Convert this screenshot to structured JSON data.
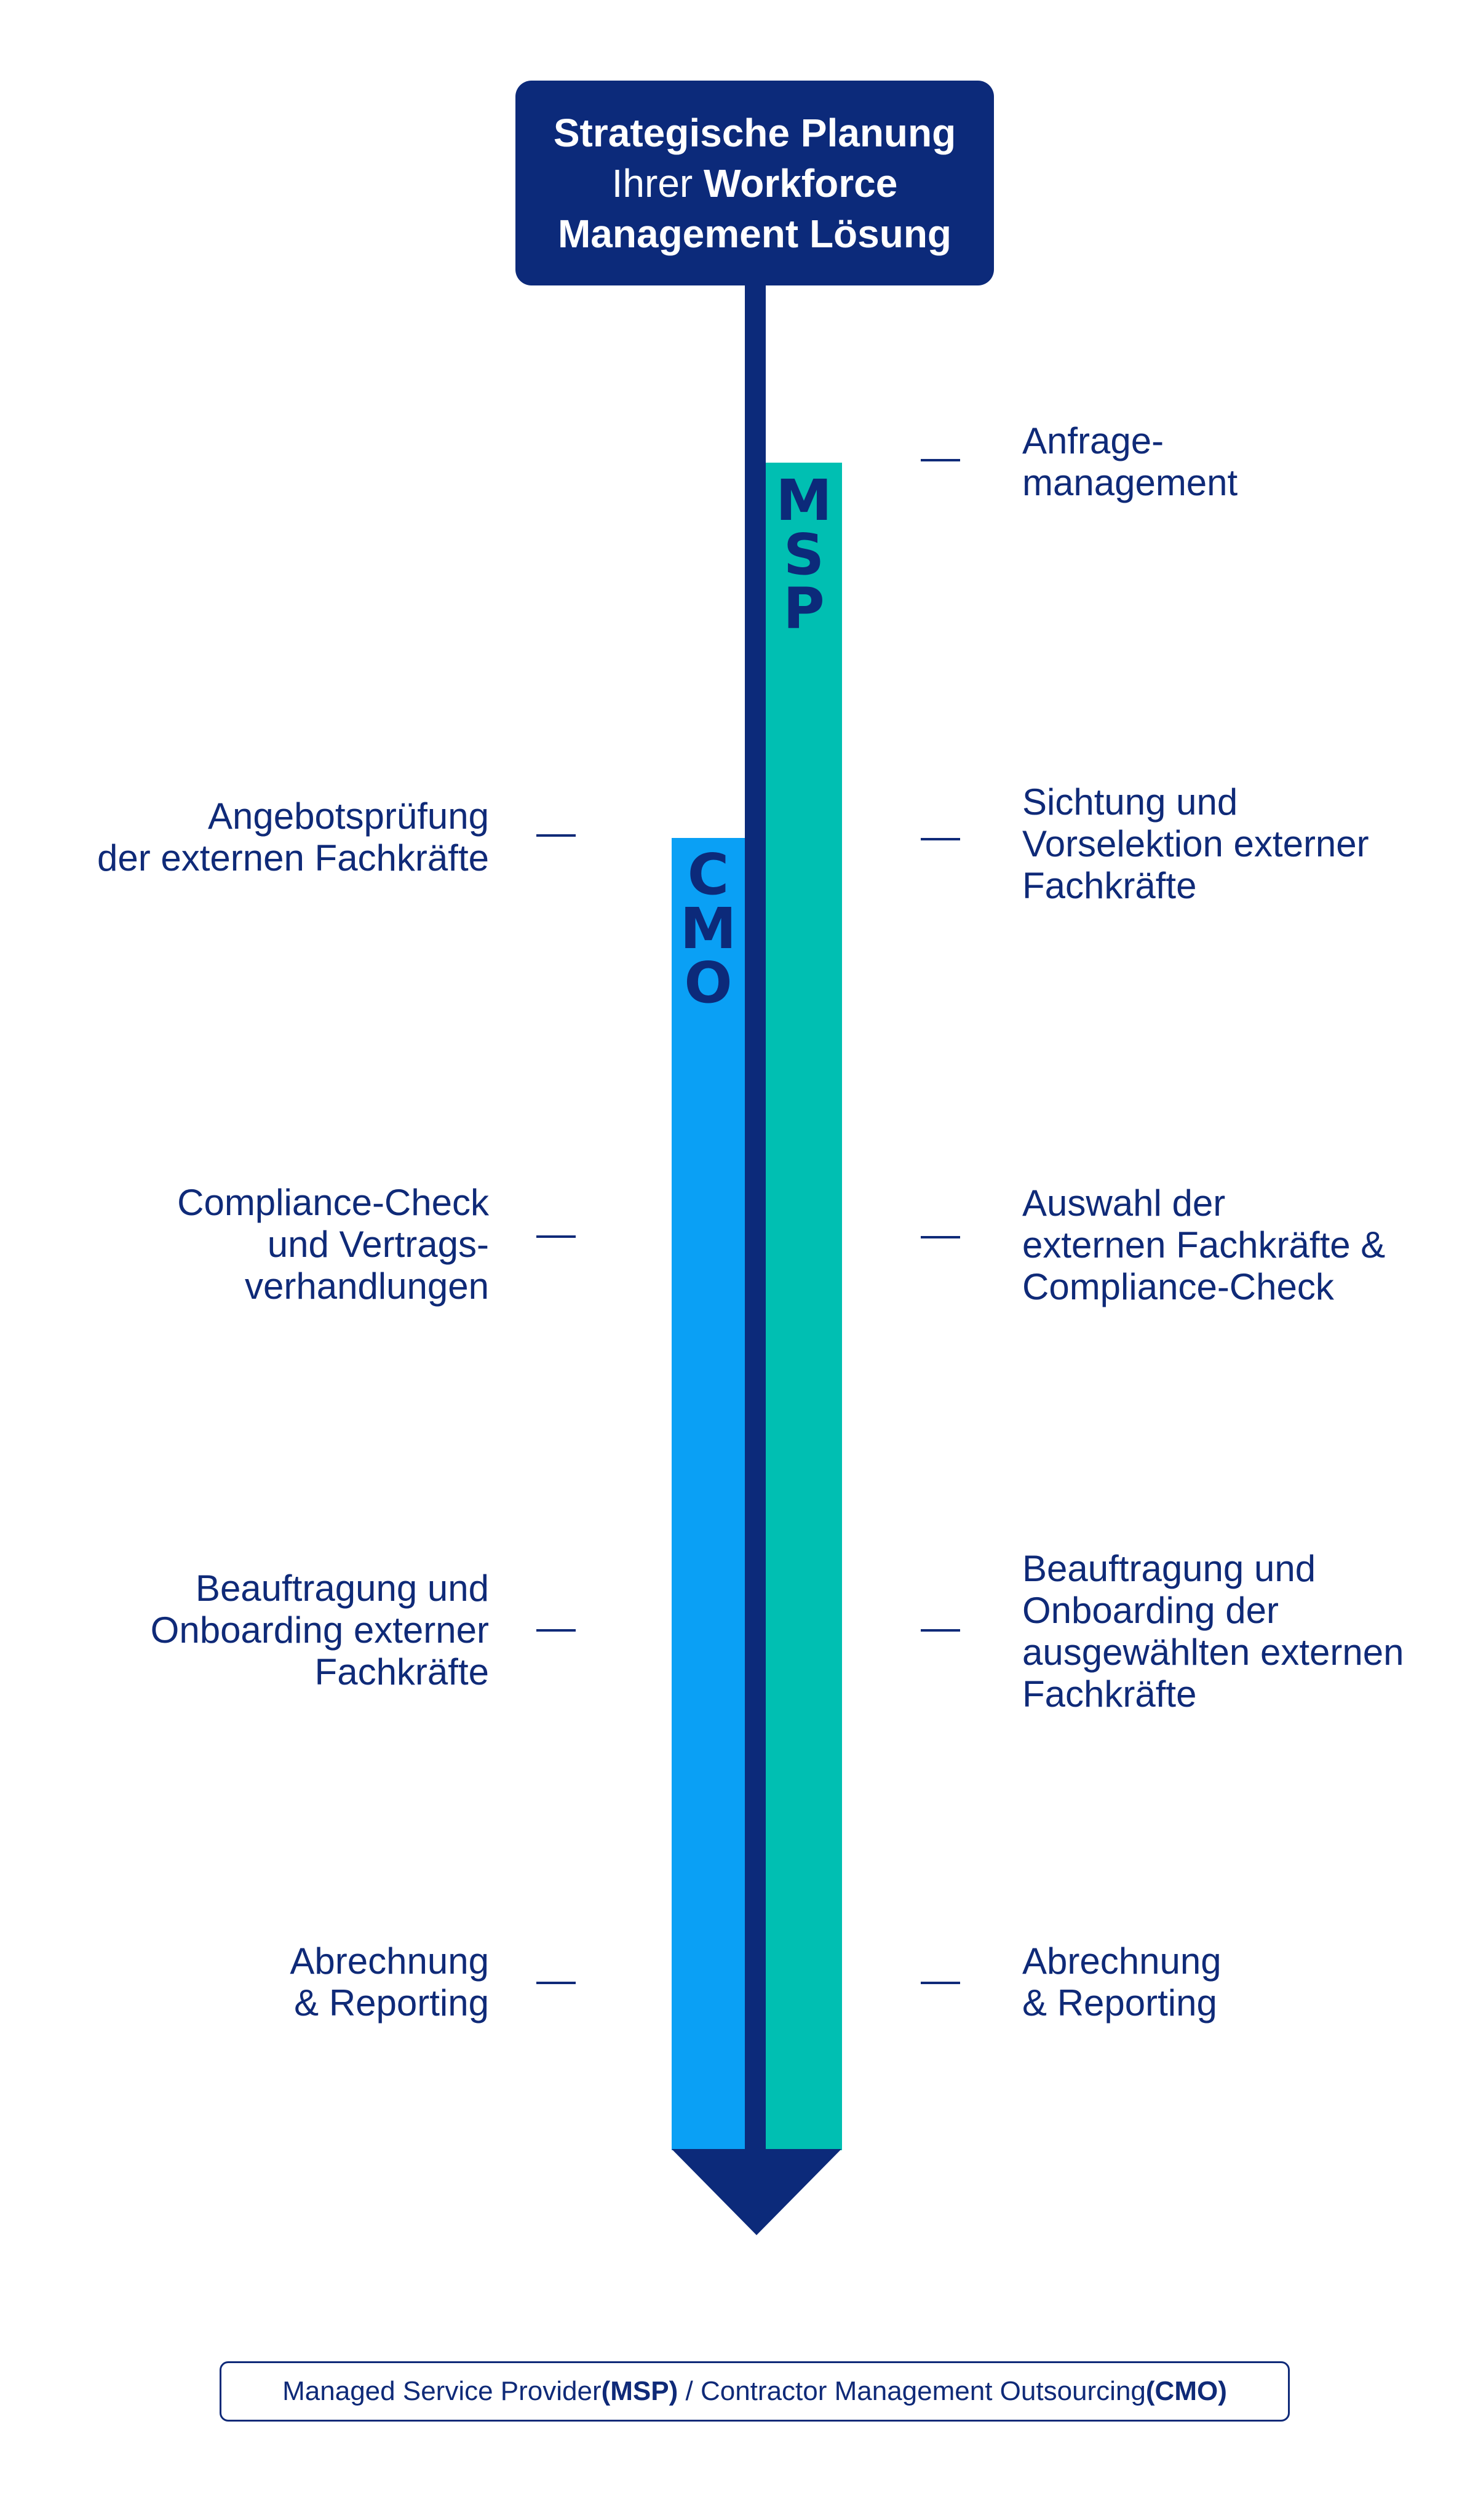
{
  "header": {
    "line1": "Strategische Planung",
    "line2_normal": "Ihrer",
    "line2_bold": "Workforce",
    "line3": "Management Lösung"
  },
  "bars": {
    "msp_label": "M\nS\nP",
    "cmo_label": "C\nM\nO"
  },
  "cmo_steps": [
    "Angebotsprüfung\nder externen Fachkräfte",
    "Compliance-Check\nund Vertrags-\nverhandlungen",
    "Beauftragung und\nOnboarding externer\nFachkräfte",
    "Abrechnung\n& Reporting"
  ],
  "msp_steps": [
    "Anfrage-\nmanagement",
    "Sichtung und\nVorselektion externer\nFachkräfte",
    "Auswahl der\nexternen Fachkräfte &\nCompliance-Check",
    "Beauftragung und\nOnboarding der\nausgewählten externen\nFachkräfte",
    "Abrechnung\n& Reporting"
  ],
  "legend": {
    "msp_text": "Managed Service Provider",
    "msp_abbr": "(MSP)",
    "separator": " / ",
    "cmo_text": "Contractor Management Outsourcing",
    "cmo_abbr": "(CMO)"
  },
  "colors": {
    "navy": "#0c2a7a",
    "msp": "#00bfb2",
    "cmo": "#0aa0f5"
  }
}
